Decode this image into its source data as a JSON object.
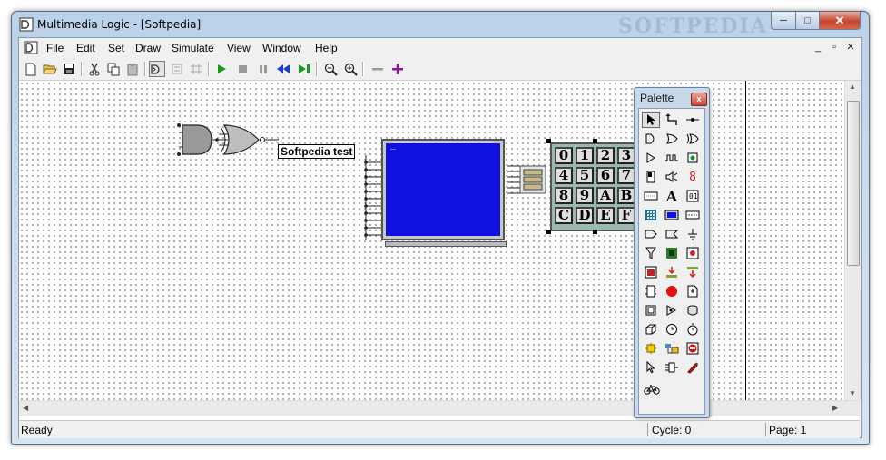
{
  "window": {
    "title": "Multimedia Logic - [Softpedia]",
    "watermark": "SOFTPEDIA",
    "minimize_glyph": "─",
    "maximize_glyph": "□",
    "close_glyph": "✕"
  },
  "menu": {
    "items": [
      "File",
      "Edit",
      "Set",
      "Draw",
      "Simulate",
      "View",
      "Window",
      "Help"
    ],
    "mdi_minimize": "_",
    "mdi_restore": "▫",
    "mdi_close": "✕"
  },
  "toolbar": {
    "buttons": [
      "new-icon",
      "open-icon",
      "save-icon",
      "cut-icon",
      "copy-icon",
      "paste-icon",
      "draw-mode-icon",
      "simulate-mode-icon",
      "wire-mode-icon",
      "run-icon",
      "stop-icon",
      "pause-icon",
      "rewind-icon",
      "step-icon",
      "zoom-out-icon",
      "zoom-in-icon",
      "minus-icon",
      "plus-icon"
    ]
  },
  "circuit": {
    "label_text": "Softpedia test",
    "screen_cursor": "_",
    "keypad_keys": [
      "0",
      "1",
      "2",
      "3",
      "4",
      "5",
      "6",
      "7",
      "8",
      "9",
      "A",
      "B",
      "C",
      "D",
      "E",
      "F"
    ]
  },
  "palette": {
    "title": "Palette",
    "close_glyph": "x"
  },
  "status": {
    "ready": "Ready",
    "cycle": "Cycle: 0",
    "page": "Page: 1"
  },
  "colors": {
    "screen_blue": "#1010e0",
    "keypad_bg": "#9ab8b0",
    "run_green": "#1a9a1a",
    "step_blue": "#1a3ad0",
    "plus_purple": "#8a1a9a"
  }
}
